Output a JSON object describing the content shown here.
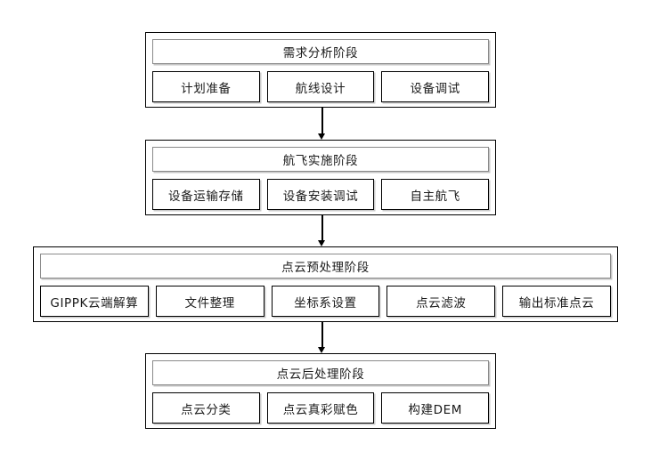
{
  "diagram": {
    "type": "flowchart",
    "orientation": "vertical",
    "background_color": "#ffffff",
    "line_color": "#000000",
    "stages": [
      {
        "id": "stage-1",
        "title": "需求分析阶段",
        "steps": [
          "计划准备",
          "航线设计",
          "设备调试"
        ]
      },
      {
        "id": "stage-2",
        "title": "航飞实施阶段",
        "steps": [
          "设备运输存储",
          "设备安装调试",
          "自主航飞"
        ]
      },
      {
        "id": "stage-3",
        "title": "点云预处理阶段",
        "steps": [
          "GIPPK云端解算",
          "文件整理",
          "坐标系设置",
          "点云滤波",
          "输出标准点云"
        ]
      },
      {
        "id": "stage-4",
        "title": "点云后处理阶段",
        "steps": [
          "点云分类",
          "点云真彩赋色",
          "构建DEM"
        ]
      }
    ],
    "connectors": [
      {
        "from": "stage-1",
        "to": "stage-2",
        "icon": "down-arrow-icon"
      },
      {
        "from": "stage-2",
        "to": "stage-3",
        "icon": "down-arrow-icon"
      },
      {
        "from": "stage-3",
        "to": "stage-4",
        "icon": "down-arrow-icon"
      }
    ]
  }
}
